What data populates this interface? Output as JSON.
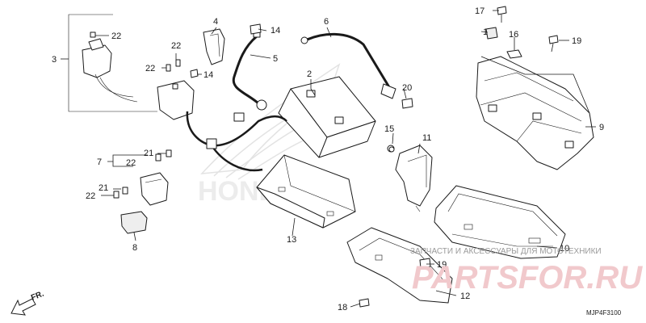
{
  "diagram": {
    "callouts": {
      "c1": "1",
      "c2": "2",
      "c3": "3",
      "c4": "4",
      "c5": "5",
      "c6": "6",
      "c7": "7",
      "c8": "8",
      "c9": "9",
      "c10": "10",
      "c11": "11",
      "c12": "12",
      "c13": "13",
      "c14a": "14",
      "c14b": "14",
      "c15": "15",
      "c16": "16",
      "c17": "17",
      "c18": "18",
      "c19a": "19",
      "c19b": "19",
      "c20": "20",
      "c21a": "21",
      "c21b": "21",
      "c22a": "22",
      "c22b": "22",
      "c22c": "22",
      "c22d": "22",
      "c22e": "22"
    },
    "direction_label": "FR.",
    "diagram_code": "MJP4F3100",
    "watermark_brand": "PARTSFOR.RU",
    "watermark_text": "ЗАПЧАСТИ И АКСЕССУАРЫ ДЛЯ МОТОТЕХНИКИ",
    "logo_text": "HONDA"
  },
  "colors": {
    "line": "#1a1a1a",
    "background": "#ffffff",
    "watermark_brand": "#f1c9cc",
    "watermark_text": "#9a9a9a",
    "logo": "#e3e3e3"
  }
}
